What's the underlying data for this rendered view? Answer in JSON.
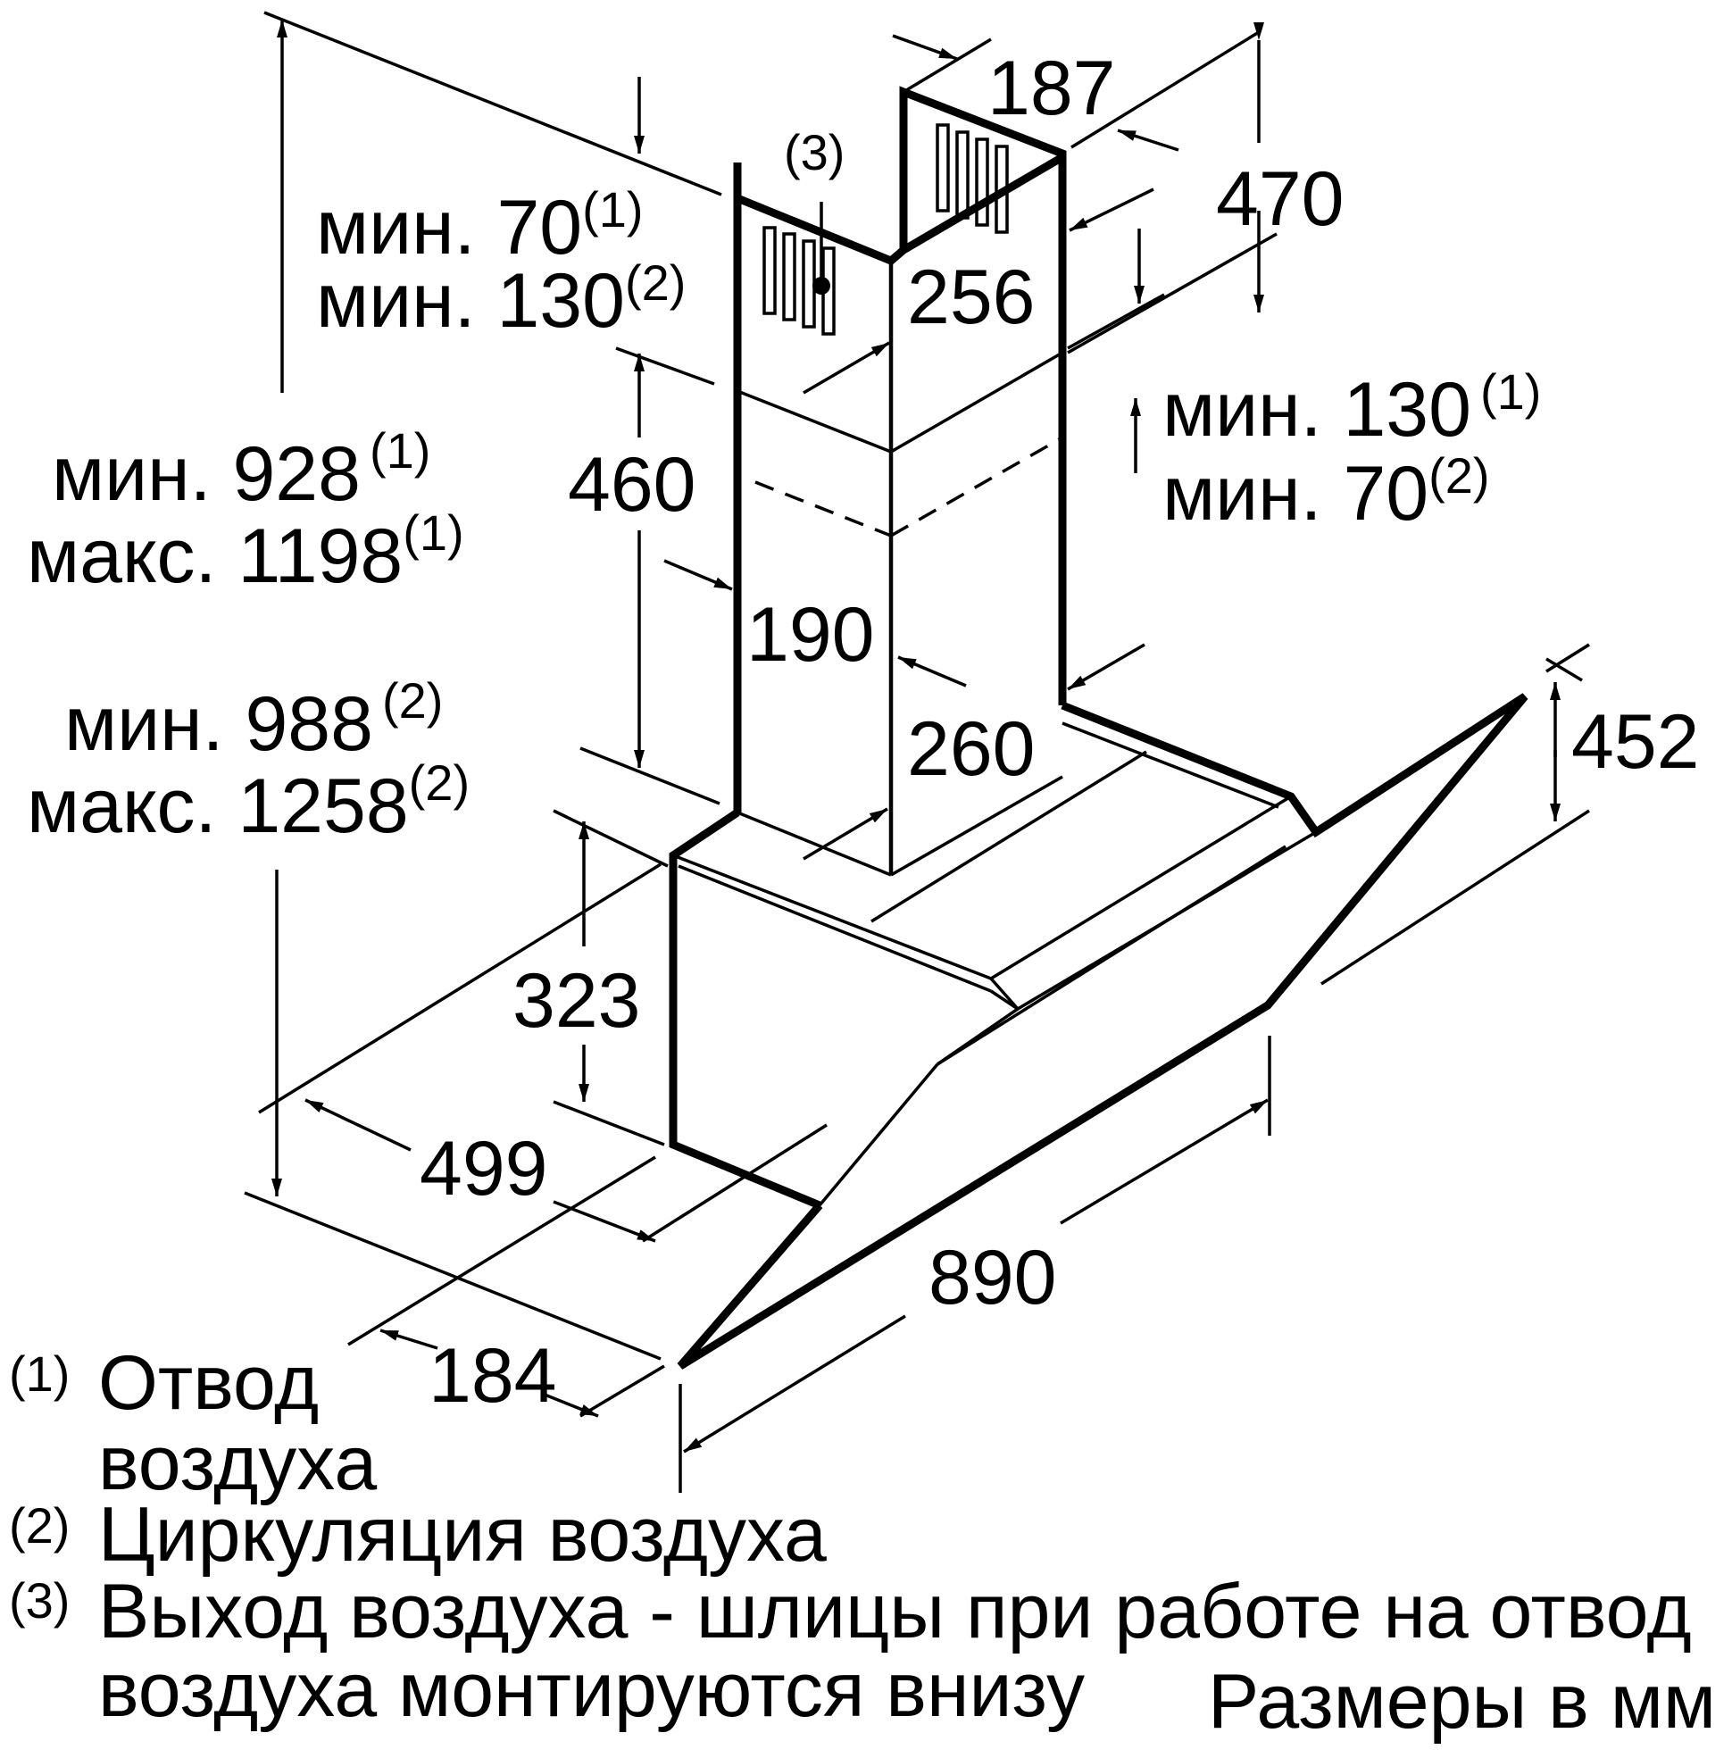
{
  "dimensions": {
    "d187": "187",
    "d470": "470",
    "d256": "256",
    "d460": "460",
    "d190": "190",
    "d260": "260",
    "d452": "452",
    "d323": "323",
    "d499": "499",
    "d184": "184",
    "d890": "890"
  },
  "callout_3": "(3)",
  "left_top": {
    "min_label": "мин. 70",
    "min_ref": "(1)",
    "min2_label": "мин. 130",
    "min2_ref": "(2)"
  },
  "height_1": {
    "min_label": "мин. 928",
    "min_ref": "(1)",
    "max_label": "макс. 1198",
    "max_ref": "(1)"
  },
  "height_2": {
    "min_label": "мин. 988",
    "min_ref": "(2)",
    "max_label": "макс. 1258",
    "max_ref": "(2)"
  },
  "right_mid": {
    "min_label": "мин. 130",
    "min_ref": "(1)",
    "min2_label": "мин. 70",
    "min2_ref": "(2)"
  },
  "legend": [
    {
      "ref": "(1)",
      "line1": "Отвод",
      "line2": "воздуха"
    },
    {
      "ref": "(2)",
      "line1": "Циркуляция воздуха"
    },
    {
      "ref": "(3)",
      "line1": "Выход воздуха - шлицы при работе на отвод",
      "line2": "воздуха монтируются внизу"
    }
  ],
  "units_note": "Размеры в мм"
}
